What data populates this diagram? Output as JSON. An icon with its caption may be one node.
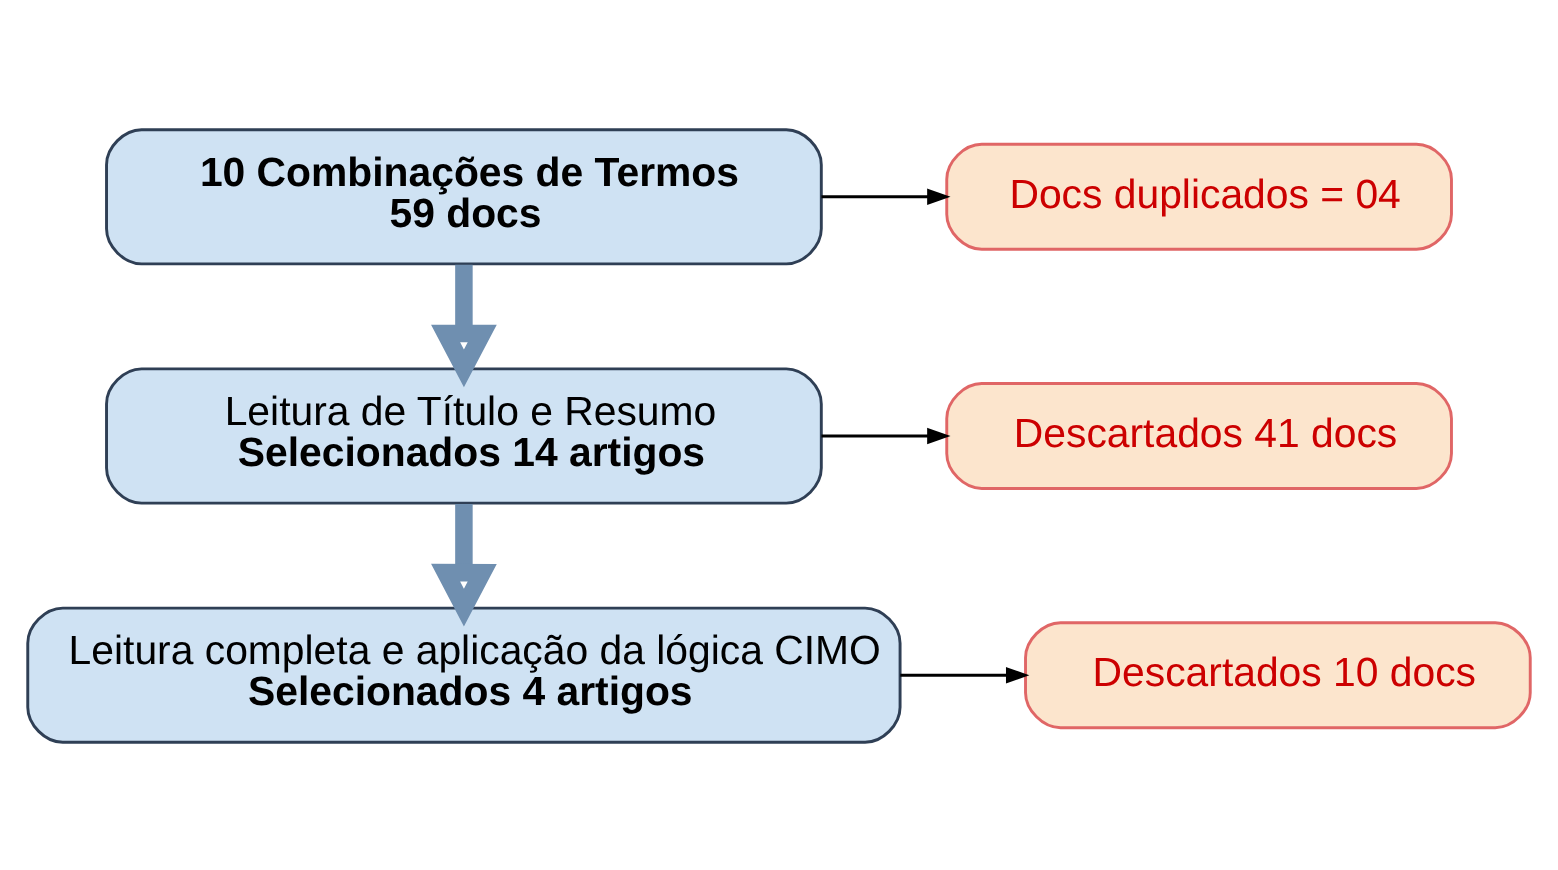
{
  "diagram": {
    "nodes": [
      {
        "text": [
          "10 Combinações de Termos",
          "59 docs"
        ]
      },
      {
        "text": [
          "Docs duplicados = 04"
        ]
      },
      {
        "text": [
          "Leitura de Título e Resumo",
          "Selecionados 14 artigos"
        ]
      },
      {
        "text": [
          "Descartados 41 docs"
        ]
      },
      {
        "text": [
          "Leitura completa e aplicação da lógica CIMO",
          "Selecionados 4 artigos"
        ]
      },
      {
        "text": [
          "Descartados 10 docs"
        ]
      }
    ],
    "edges": [
      {
        "from": 0,
        "to": 1,
        "arrow": "to"
      },
      {
        "from": 0,
        "to": 2,
        "arrow": "to",
        "style": "thick",
        "color": "#6f8fb0"
      },
      {
        "from": 2,
        "to": 3,
        "arrow": "to"
      },
      {
        "from": 2,
        "to": 4,
        "arrow": "to",
        "style": "thick",
        "color": "#6f8fb0"
      },
      {
        "from": 4,
        "to": 5,
        "arrow": "to"
      }
    ]
  }
}
